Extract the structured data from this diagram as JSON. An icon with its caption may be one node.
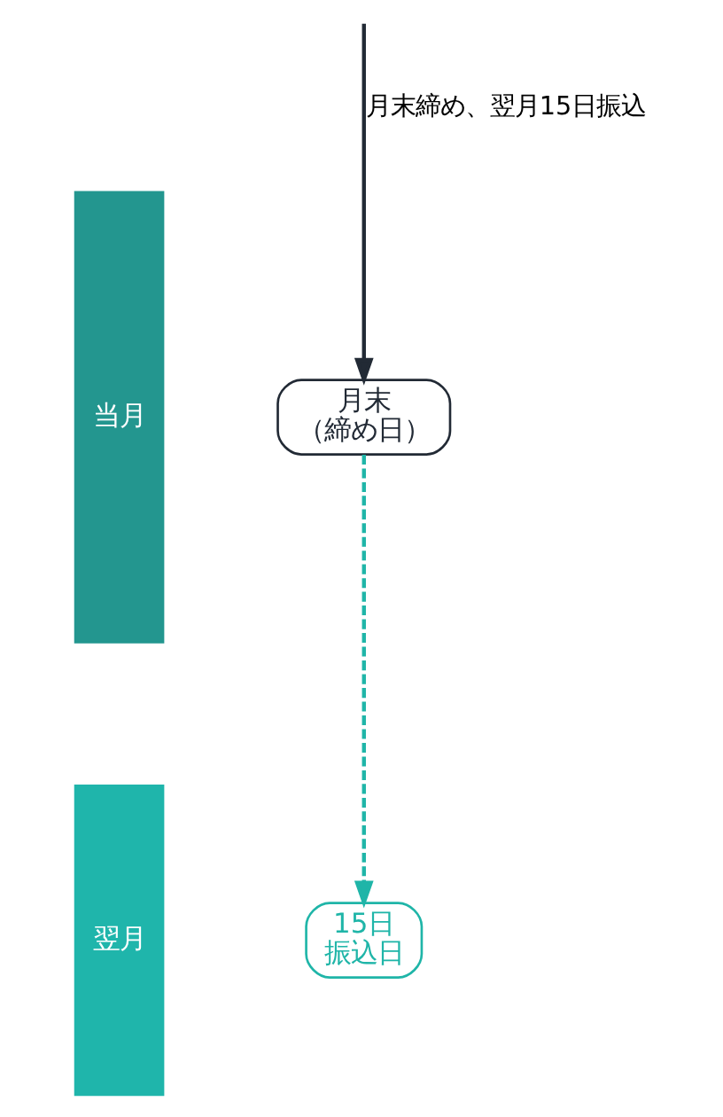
{
  "diagram": {
    "nodes": [
      {
        "text": [
          "当月"
        ]
      },
      {
        "text": [
          "翌月"
        ]
      },
      {
        "text": [
          "月末",
          "（締め日）"
        ]
      },
      {
        "text": [
          "15日",
          "振込日"
        ]
      }
    ],
    "edges": [
      {
        "from": null,
        "to": 2,
        "arrow": "to",
        "label": "月末締め、翌月15日振込"
      },
      {
        "from": 2,
        "to": 3,
        "arrow": "to",
        "style": "dashed",
        "color": "#1fb5a8"
      }
    ]
  }
}
